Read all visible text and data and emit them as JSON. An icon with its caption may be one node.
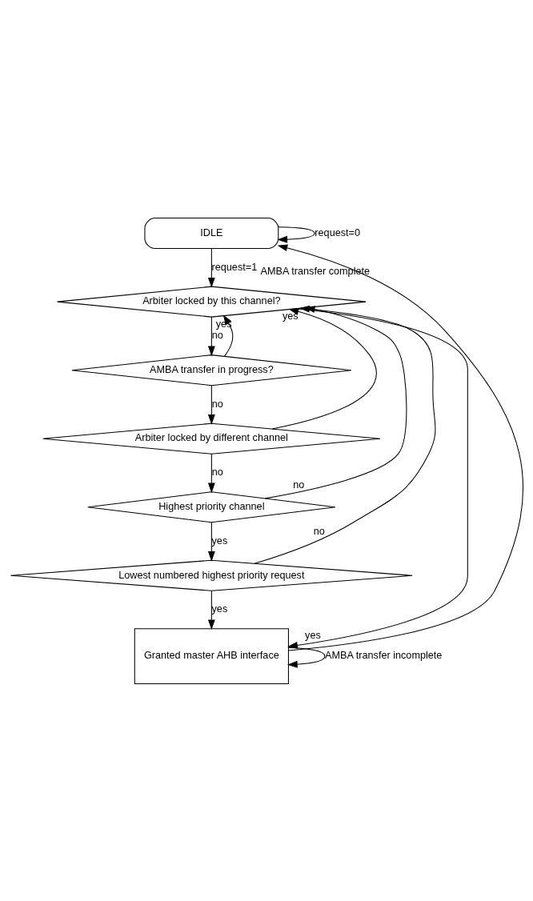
{
  "diagram": {
    "nodes": [
      {
        "text": [
          "IDLE"
        ]
      },
      {
        "text": [
          "Arbiter locked by this channel?"
        ]
      },
      {
        "text": [
          "AMBA transfer in progress?"
        ]
      },
      {
        "text": [
          "Arbiter locked by different channel"
        ]
      },
      {
        "text": [
          "Highest priority channel"
        ]
      },
      {
        "text": [
          "Lowest numbered highest priority request"
        ]
      },
      {
        "text": [
          "Granted master AHB interface"
        ]
      }
    ],
    "edges": [
      {
        "from": 0,
        "to": 0,
        "arrow": "to",
        "label": "request=0"
      },
      {
        "from": 0,
        "to": 1,
        "arrow": "to",
        "label": "request=1"
      },
      {
        "from": 1,
        "to": 6,
        "arrow": "to",
        "label": "yes"
      },
      {
        "from": 1,
        "to": 2,
        "arrow": "to",
        "label": "no"
      },
      {
        "from": 2,
        "to": 1,
        "arrow": "to",
        "label": "yes"
      },
      {
        "from": 2,
        "to": 3,
        "arrow": "to",
        "label": "no"
      },
      {
        "from": 3,
        "to": 1,
        "arrow": "to",
        "label": "yes"
      },
      {
        "from": 3,
        "to": 4,
        "arrow": "to",
        "label": "no"
      },
      {
        "from": 4,
        "to": 1,
        "arrow": "to",
        "label": "no"
      },
      {
        "from": 4,
        "to": 5,
        "arrow": "to",
        "label": "yes"
      },
      {
        "from": 5,
        "to": 1,
        "arrow": "to",
        "label": "no"
      },
      {
        "from": 5,
        "to": 6,
        "arrow": "to",
        "label": "yes"
      },
      {
        "from": 6,
        "to": 0,
        "arrow": "to",
        "label": "AMBA transfer complete"
      },
      {
        "from": 6,
        "to": 6,
        "arrow": "to",
        "label": "AMBA transfer incomplete"
      }
    ]
  }
}
